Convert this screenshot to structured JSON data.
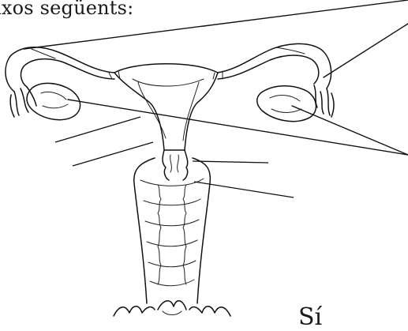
{
  "instruction_text": "ixos següents:",
  "footer_text": "Sí",
  "colors": {
    "ink": "#111111",
    "paper": "#ffffff"
  },
  "diagram": {
    "subject": "female reproductive system, frontal view",
    "parts_drawn": [
      "uterine tubes",
      "fimbriae",
      "ovaries",
      "uterus",
      "cervix",
      "vagina",
      "vulva"
    ],
    "label_blanks": 8
  }
}
